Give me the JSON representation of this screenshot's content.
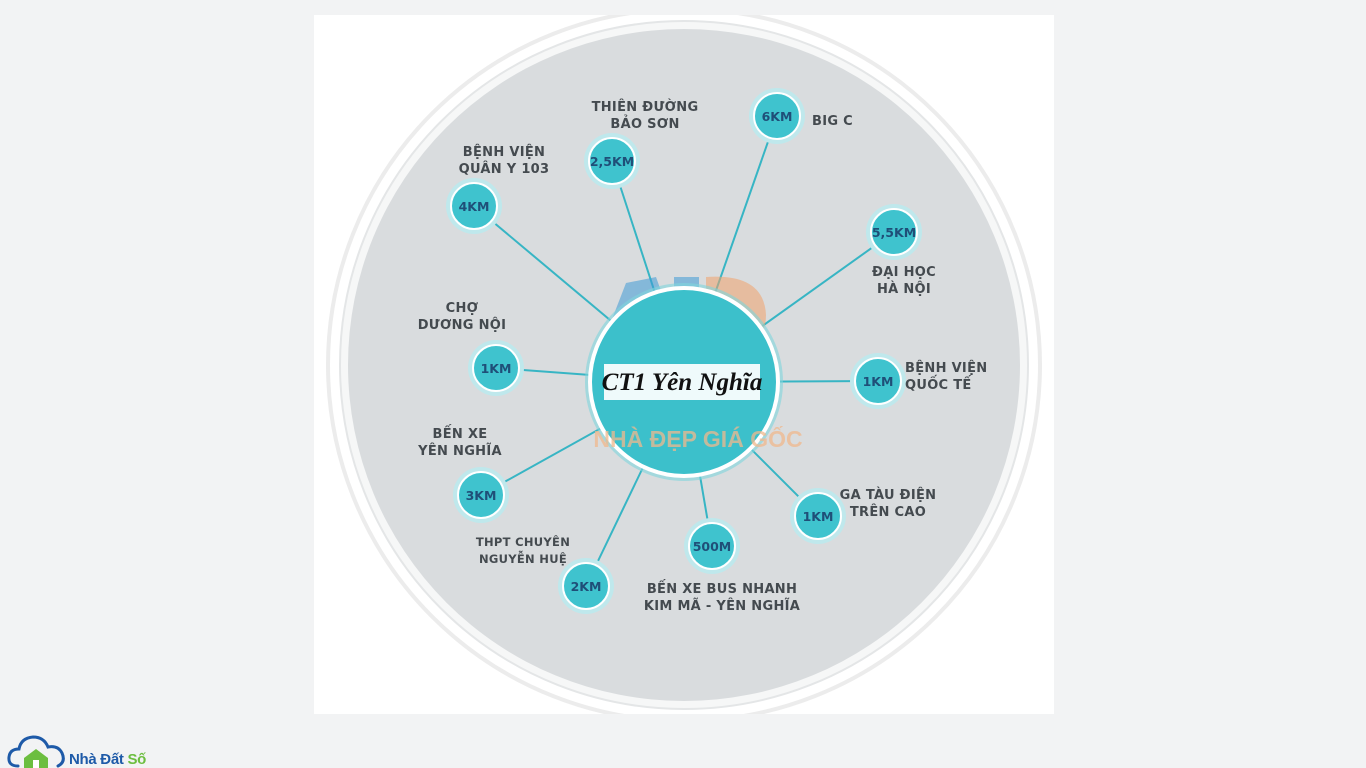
{
  "diagram": {
    "center_title": "CT1 Yên Nghĩa",
    "watermark": "NHÀ ĐẸP GIÁ GỐC",
    "colors": {
      "page_background": "#f2f3f4",
      "circle_background": "#d9dcde",
      "node_fill": "#3fc3ce",
      "connector": "#37b5c4",
      "label_text": "#444a4f",
      "distance_text": "#1f4f78"
    },
    "nodes": [
      {
        "id": "big-c",
        "distance": "6KM",
        "label_lines": [
          "BIG C"
        ]
      },
      {
        "id": "dai-hoc-ha-noi",
        "distance": "5,5KM",
        "label_lines": [
          "ĐẠI HỌC",
          "HÀ NỘI"
        ]
      },
      {
        "id": "benh-vien-quoc-te",
        "distance": "1KM",
        "label_lines": [
          "BỆNH VIỆN",
          "QUỐC TẾ"
        ]
      },
      {
        "id": "ga-tau-dien",
        "distance": "1KM",
        "label_lines": [
          "GA TÀU ĐIỆN",
          "TRÊN CAO"
        ]
      },
      {
        "id": "ben-xe-bus-nhanh",
        "distance": "500M",
        "label_lines": [
          "BẾN XE BUS NHANH",
          "KIM MÃ - YÊN NGHĨA"
        ]
      },
      {
        "id": "thpt-chuyen",
        "distance": "2KM",
        "label_lines": [
          "THPT CHUYÊN",
          "NGUYỄN HUỆ"
        ]
      },
      {
        "id": "ben-xe-yen-nghia",
        "distance": "3KM",
        "label_lines": [
          "BẾN XE",
          "YÊN NGHĨA"
        ]
      },
      {
        "id": "cho-duong-noi",
        "distance": "1KM",
        "label_lines": [
          "CHỢ",
          "DƯƠNG NỘI"
        ]
      },
      {
        "id": "benh-vien-quan-y",
        "distance": "4KM",
        "label_lines": [
          "BỆNH VIỆN",
          "QUÂN Y 103"
        ]
      },
      {
        "id": "thien-duong-bao-son",
        "distance": "2,5KM",
        "label_lines": [
          "THIÊN ĐƯỜNG",
          "BẢO SƠN"
        ]
      }
    ]
  },
  "site_logo": {
    "name_main": "Nhà Đất ",
    "name_accent": "Số",
    "icon": "cloud-house-icon",
    "colors": {
      "primary": "#1e5aa8",
      "accent": "#6cbe3f"
    }
  }
}
